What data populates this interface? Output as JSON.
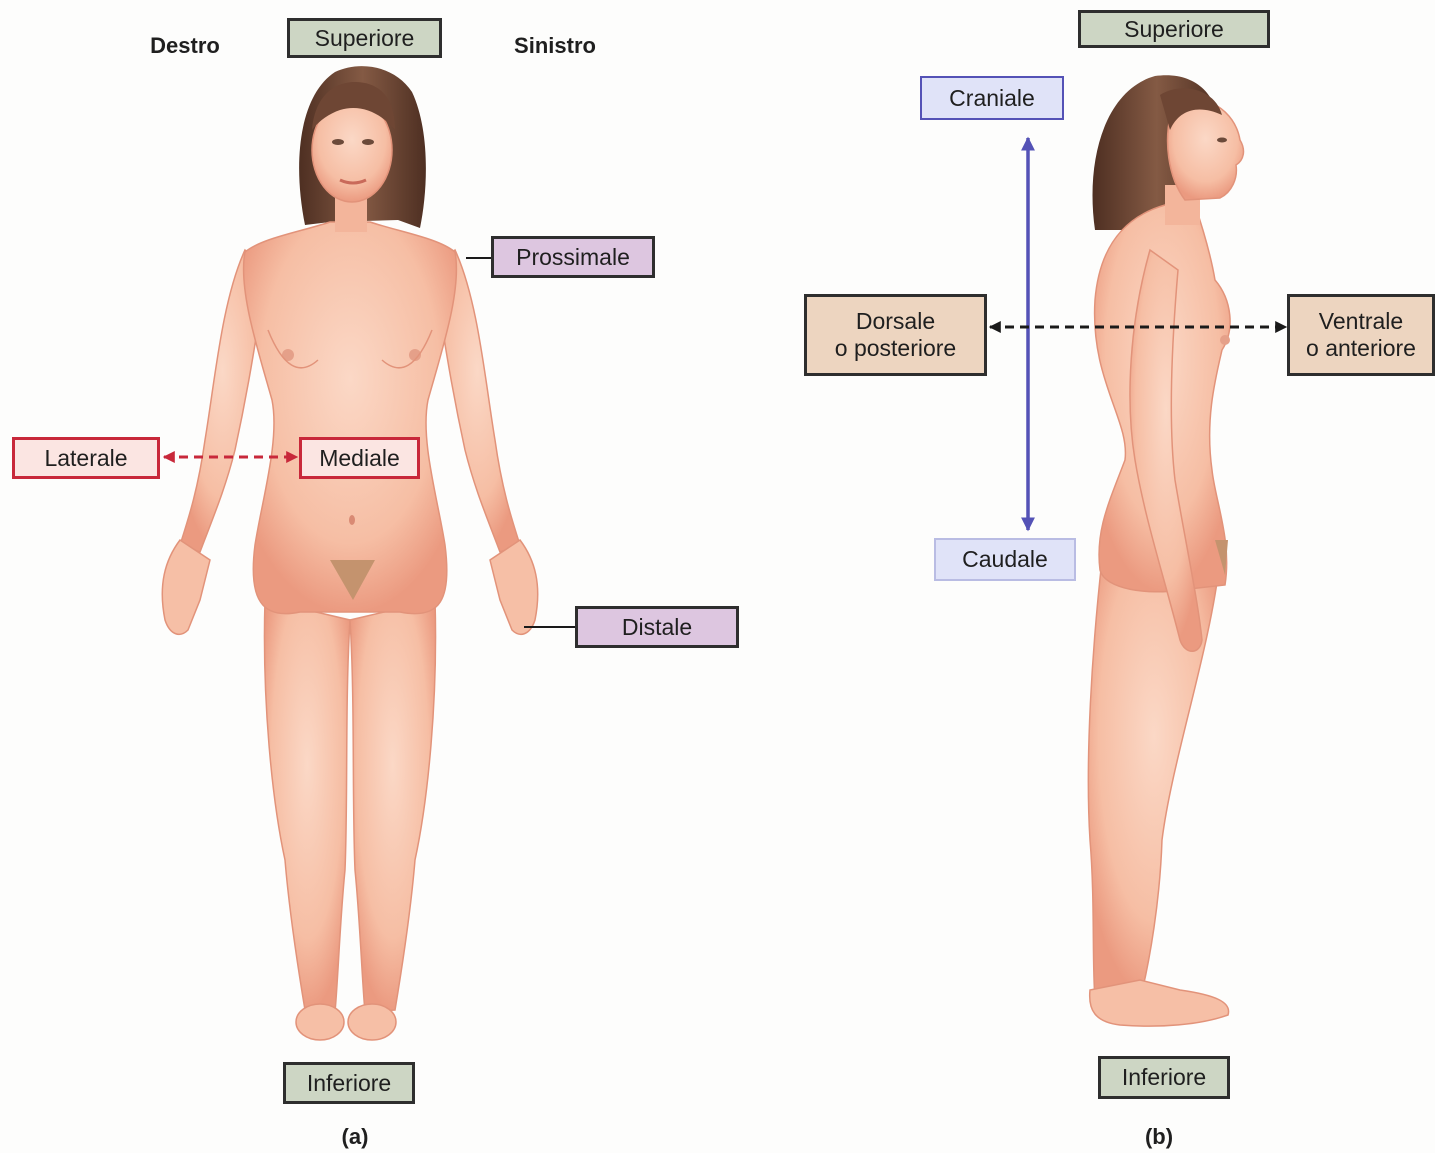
{
  "panel_a": {
    "side_right": "Destro",
    "side_left": "Sinistro",
    "superior": "Superiore",
    "inferior": "Inferiore",
    "proximal": "Prossimale",
    "distal": "Distale",
    "lateral": "Laterale",
    "medial": "Mediale",
    "caption": "(a)"
  },
  "panel_b": {
    "superior": "Superiore",
    "inferior": "Inferiore",
    "cranial": "Craniale",
    "caudal": "Caudale",
    "dorsal_line1": "Dorsale",
    "dorsal_line2": "o posteriore",
    "ventral_line1": "Ventrale",
    "ventral_line2": "o anteriore",
    "caption": "(b)"
  },
  "colors": {
    "green_box": "#cdd6c4",
    "purple_box": "#ddc6e0",
    "red_box": "#fbe5e2",
    "red_accent": "#c8283a",
    "lilac_box": "#e0e3f8",
    "blue_arrow": "#5452b6",
    "tan_box": "#edd5c0",
    "skin": "#f6bfa6",
    "hair": "#6e4634"
  }
}
